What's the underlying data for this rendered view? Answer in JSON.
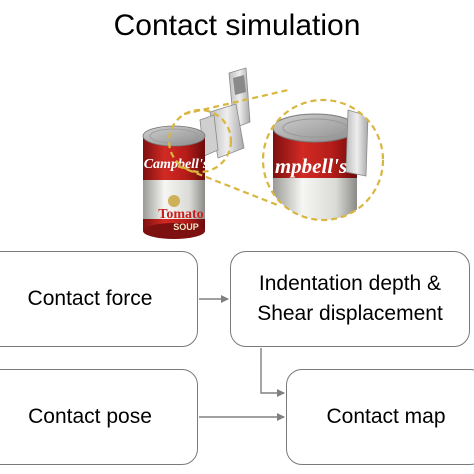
{
  "title": "Contact simulation",
  "illustration": {
    "can_brand_text": "Campbell's",
    "can_variety_text": "Tomato",
    "can_soup_text": "SOUP",
    "zoom_brand_text": "mpbell's",
    "label_colors": {
      "red": "#c8201e",
      "white": "#f2f2f0",
      "lid": "#a9a9a9"
    },
    "callout_color": "#d8b640"
  },
  "boxes": {
    "contact_force": "Contact force",
    "indentation_line1": "Indentation depth &",
    "indentation_line2": "Shear displacement",
    "contact_pose": "Contact pose",
    "contact_map": "Contact map"
  },
  "connector_color": "#808080"
}
